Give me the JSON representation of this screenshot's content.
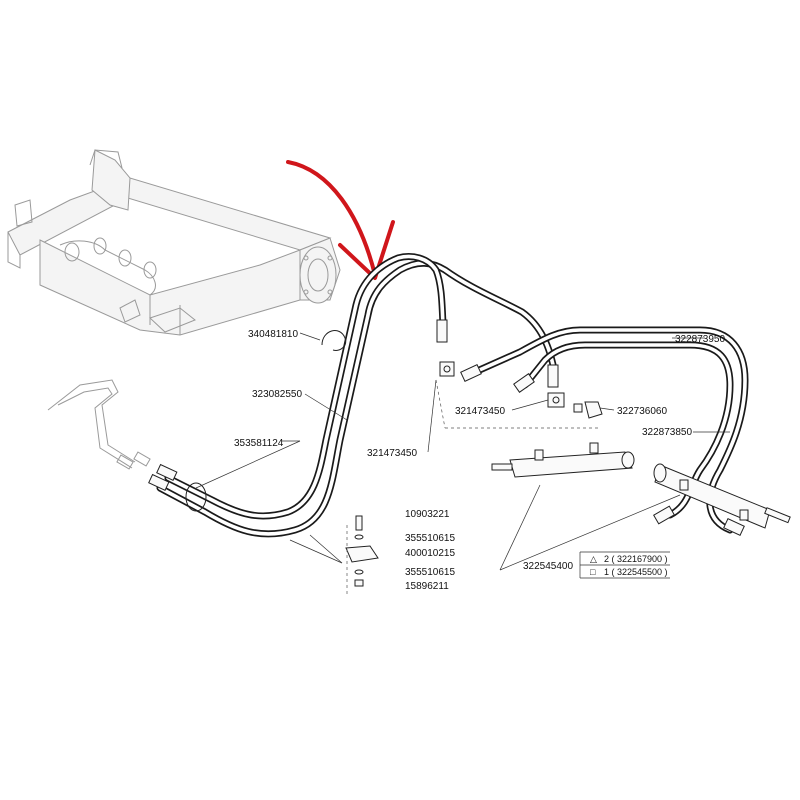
{
  "parts": {
    "p340481810": "340481810",
    "p323082550": "323082550",
    "p353581124": "353581124",
    "p321473450_a": "321473450",
    "p321473450_b": "321473450",
    "p322736060": "322736060",
    "p322873950": "322873950",
    "p322873850": "322873850",
    "p10903221": "10903221",
    "p355510615_a": "355510615",
    "p400010215": "400010215",
    "p355510615_b": "355510615",
    "p15896211": "15896211",
    "p322545400": "322545400"
  },
  "variants": [
    {
      "symbol": "△",
      "text": "2 ( 322167900 )"
    },
    {
      "symbol": "□",
      "text": "1 ( 322545500 )"
    }
  ],
  "colors": {
    "arrow": "#d0161b",
    "hose": "#1a1a1a",
    "ghost": "#9a9a9a"
  }
}
